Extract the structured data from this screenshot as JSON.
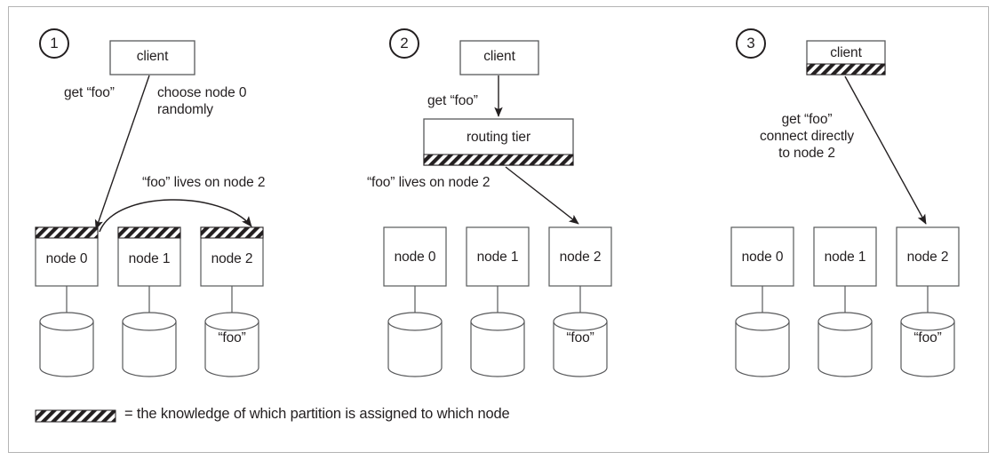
{
  "figure": {
    "title_hidden": "",
    "border_color": "#b4b4b4",
    "ink_color": "#231f20",
    "line_color": "#58595b"
  },
  "legend": {
    "swatch_name": "hatched-band-swatch",
    "text": "= the knowledge of which partition is assigned to which node"
  },
  "panels": [
    {
      "number": "1",
      "client_label": "client",
      "client_hatched": false,
      "labels": [
        {
          "name": "get-foo-label",
          "text": "get “foo”"
        },
        {
          "name": "choose-node-label",
          "text": "choose node 0\nrandomly"
        },
        {
          "name": "foo-lives-label",
          "text": "“foo” lives on node 2"
        }
      ],
      "nodes": [
        {
          "label": "node 0",
          "hatched": true,
          "db_value": ""
        },
        {
          "label": "node 1",
          "hatched": true,
          "db_value": ""
        },
        {
          "label": "node 2",
          "hatched": true,
          "db_value": "“foo”"
        }
      ]
    },
    {
      "number": "2",
      "client_label": "client",
      "client_hatched": false,
      "routing_tier_label": "routing tier",
      "routing_tier_hatched": true,
      "labels": [
        {
          "name": "get-foo-label",
          "text": "get “foo”"
        },
        {
          "name": "foo-lives-label",
          "text": "“foo” lives on node 2"
        }
      ],
      "nodes": [
        {
          "label": "node 0",
          "hatched": false,
          "db_value": ""
        },
        {
          "label": "node 1",
          "hatched": false,
          "db_value": ""
        },
        {
          "label": "node 2",
          "hatched": false,
          "db_value": "“foo”"
        }
      ]
    },
    {
      "number": "3",
      "client_label": "client",
      "client_hatched": true,
      "labels": [
        {
          "name": "get-foo-connect-label",
          "text": "get “foo”\nconnect directly\nto node 2"
        }
      ],
      "nodes": [
        {
          "label": "node 0",
          "hatched": false,
          "db_value": ""
        },
        {
          "label": "node 1",
          "hatched": false,
          "db_value": ""
        },
        {
          "label": "node 2",
          "hatched": false,
          "db_value": "“foo”"
        }
      ]
    }
  ]
}
